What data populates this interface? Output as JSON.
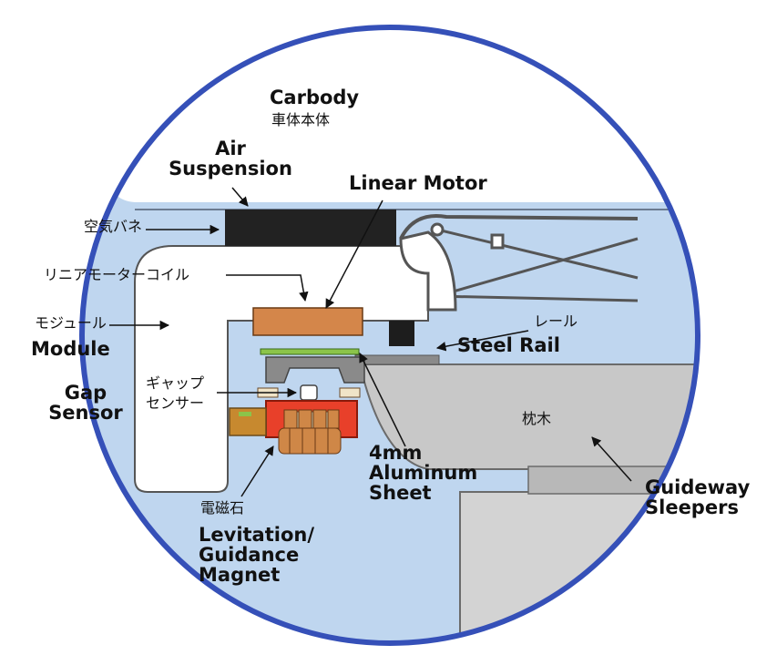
{
  "colors": {
    "ring": "#3550b8",
    "background": "#bfd6ef",
    "module": "#ffffff",
    "coil": "#d4864a",
    "magnet": "#e8402a",
    "air_spring": "#222222",
    "aluminum_sheet": "#8bc44a",
    "rail": "#8a8a8a",
    "guideway": "#c8c8c8"
  },
  "labels": {
    "carbody_en": "Carbody",
    "carbody_jp": "車体本体",
    "air_suspension_line1": "Air",
    "air_suspension_line2": "Suspension",
    "air_spring_jp": "空気バネ",
    "linear_motor_en": "Linear Motor",
    "linear_coil_jp": "リニアモーターコイル",
    "module_jp": "モジュール",
    "module_en": "Module",
    "rail_jp": "レール",
    "steel_rail_en": "Steel Rail",
    "gap_sensor_line1": "Gap",
    "gap_sensor_line2": "Sensor",
    "gap_sensor_jp_line1": "ギャップ",
    "gap_sensor_jp_line2": "センサー",
    "sleeper_jp": "枕木",
    "aluminum_line1": "4mm",
    "aluminum_line2": "Aluminum",
    "aluminum_line3": "Sheet",
    "guideway_line1": "Guideway",
    "guideway_line2": "Sleepers",
    "magnet_jp": "電磁石",
    "magnet_line1": "Levitation/",
    "magnet_line2": "Guidance",
    "magnet_line3": "Magnet"
  }
}
